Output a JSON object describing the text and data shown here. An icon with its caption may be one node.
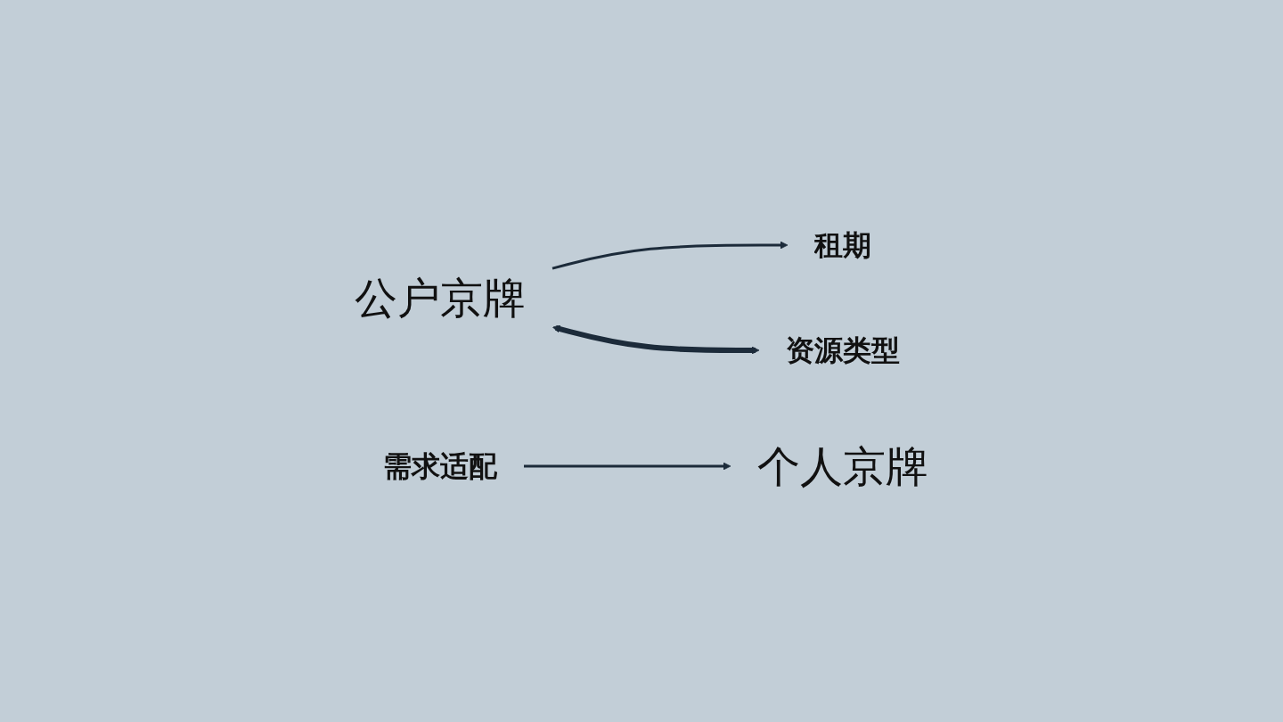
{
  "diagram": {
    "nodes": [
      {
        "text": [
          "公户京牌"
        ]
      },
      {
        "text": [
          "个人京牌"
        ]
      },
      {
        "text": [
          "租期"
        ]
      },
      {
        "text": [
          "资源类型"
        ]
      },
      {
        "text": [
          "需求适配"
        ]
      }
    ],
    "edges": [
      {
        "from": 0,
        "to": 2,
        "arrow": "to"
      },
      {
        "from": 0,
        "to": 3,
        "arrow": "both",
        "style": "thick"
      },
      {
        "from": 4,
        "to": 1,
        "arrow": "to"
      }
    ]
  }
}
